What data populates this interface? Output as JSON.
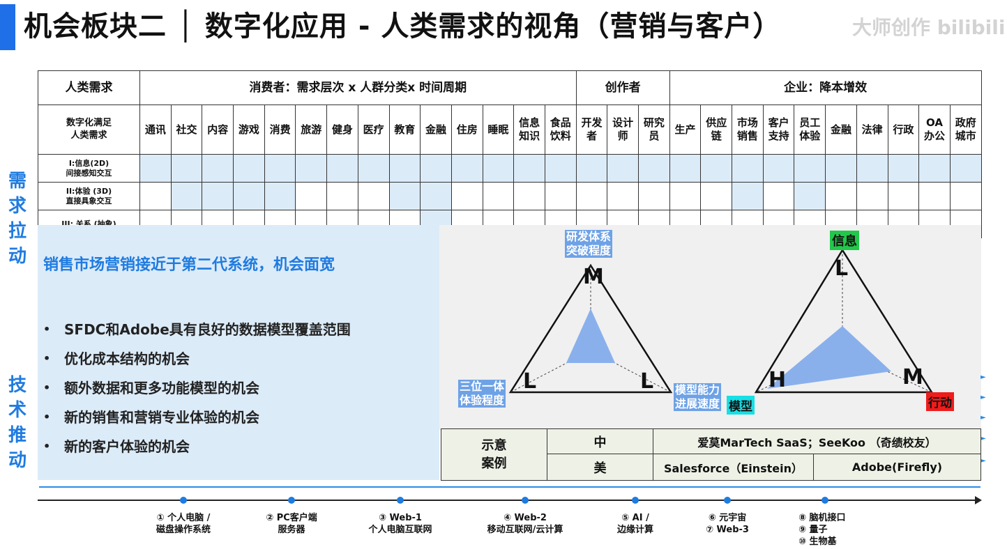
{
  "title": "机会板块二 │ 数字化应用 - 人类需求的视角（营销与客户）",
  "watermark": "大师创作 bilibili",
  "side_labels": {
    "top": [
      "需",
      "求",
      "拉",
      "动"
    ],
    "bottom": [
      "技",
      "术",
      "推",
      "动"
    ]
  },
  "matrix": {
    "corner_header": "人类需求",
    "groups": [
      {
        "label": "消费者：需求层次 x 人群分类x 时间周期"
      },
      {
        "label": "创作者"
      },
      {
        "label": "企业：降本增效"
      }
    ],
    "sub_corner": "数字化满足\n人类需求",
    "columns": [
      "通讯",
      "社交",
      "内容",
      "游戏",
      "消费",
      "旅游",
      "健身",
      "医疗",
      "教育",
      "金融",
      "住房",
      "睡眠",
      "信息\n知识",
      "食品\n饮料",
      "开发\n者",
      "设计\n师",
      "研究\n员",
      "生产",
      "供应\n链",
      "市场\n销售",
      "客户\n支持",
      "员工\n体验",
      "金融",
      "法律",
      "行政",
      "OA\n办公",
      "政府\n城市"
    ],
    "rows": [
      {
        "label": "I:信息(2D)\n间接感知交互"
      },
      {
        "label": "II:体验 (3D)\n直接具象交互"
      },
      {
        "label": "III: 关系 (抽象)"
      }
    ]
  },
  "callout": {
    "title": "销售市场营销接近于第二代系统，机会面宽",
    "bullets": [
      "SFDC和Adobe具有良好的数据模型覆盖范围",
      "优化成本结构的机会",
      "额外数据和更多功能模型的机会",
      "新的销售和营销专业体验的机会",
      "新的客户体验的机会"
    ]
  },
  "triangle_left": {
    "top_tag": "研发体系\n突破程度",
    "left_tag": "三位一体\n体验程度",
    "top_level": "M",
    "left_level": "L",
    "right_level": "L",
    "fill_color": "#8ab0ec"
  },
  "triangle_right": {
    "top_tag": "信息",
    "left_tag": "模型",
    "right_tag": "行动",
    "side_tag": "模型能力\n进展速度",
    "top_level": "L",
    "left_level": "H",
    "right_level": "M",
    "fill_color": "#8ab0ec"
  },
  "cases": {
    "header": "示意\n案例",
    "rows": [
      {
        "region": "中",
        "examples": [
          "爱莫MarTech SaaS；SeeKoo （奇绩校友）"
        ]
      },
      {
        "region": "美",
        "examples": [
          "Salesforce（Einstein）",
          "Adobe(Firefly)"
        ]
      }
    ]
  },
  "timeline": [
    {
      "label": "① 个人电脑 /\n磁盘操作系统"
    },
    {
      "label": "② PC客户端\n服务器"
    },
    {
      "label": "③ Web-1\n个人电脑互联网"
    },
    {
      "label": "④ Web-2\n移动互联网/云计算"
    },
    {
      "label": "⑤ AI /\n边缘计算"
    },
    {
      "label": "⑥ 元宇宙\n⑦ Web-3"
    },
    {
      "label": "⑧ 脑机接口\n⑨ 量子\n⑩ 生物基"
    }
  ],
  "colors": {
    "accent": "#1f7be0",
    "cell_fill": "#dcebf8",
    "triangle_fill": "#8ab0ec"
  }
}
